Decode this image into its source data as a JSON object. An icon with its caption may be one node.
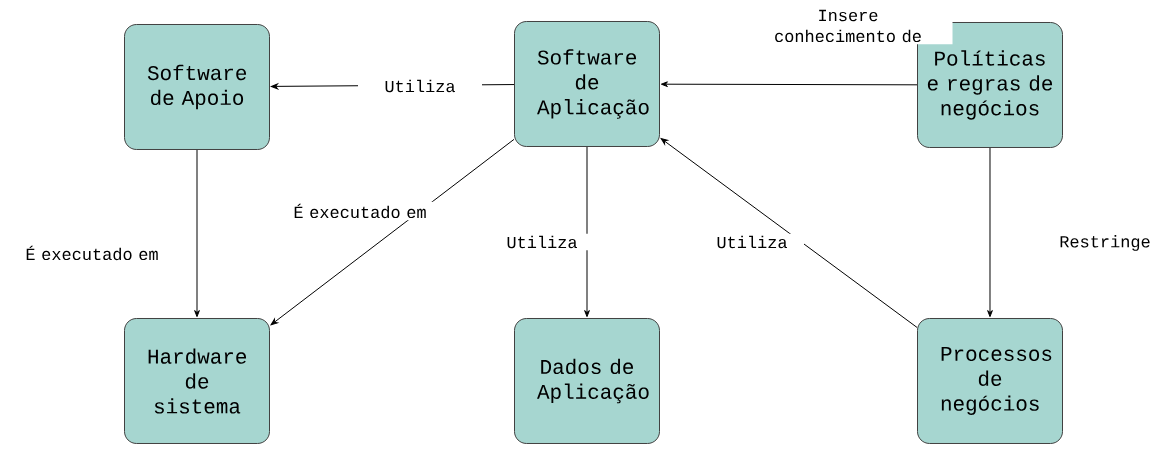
{
  "diagram": {
    "nodes": [
      {
        "text": [
          "Software de Apoio"
        ]
      },
      {
        "text": [
          "Software de Aplicação"
        ]
      },
      {
        "text": [
          "Políticas e regras de negócios"
        ]
      },
      {
        "text": [
          "Hardware de sistema"
        ]
      },
      {
        "text": [
          "Dados de Aplicação"
        ]
      },
      {
        "text": [
          "Processos de negócios"
        ]
      }
    ],
    "edges": [
      {
        "from": 1,
        "to": 0,
        "arrow": "to",
        "label": "Utiliza"
      },
      {
        "from": 2,
        "to": 1,
        "arrow": "to",
        "label": "Insere conhecimento de"
      },
      {
        "from": 0,
        "to": 3,
        "arrow": "to",
        "label": "É executado em"
      },
      {
        "from": 1,
        "to": 3,
        "arrow": "to",
        "label": "É executado em"
      },
      {
        "from": 1,
        "to": 4,
        "arrow": "to",
        "label": "Utiliza"
      },
      {
        "from": 5,
        "to": 1,
        "arrow": "to",
        "label": "Utiliza"
      },
      {
        "from": 2,
        "to": 5,
        "arrow": "to",
        "label": "Restringe"
      }
    ]
  }
}
